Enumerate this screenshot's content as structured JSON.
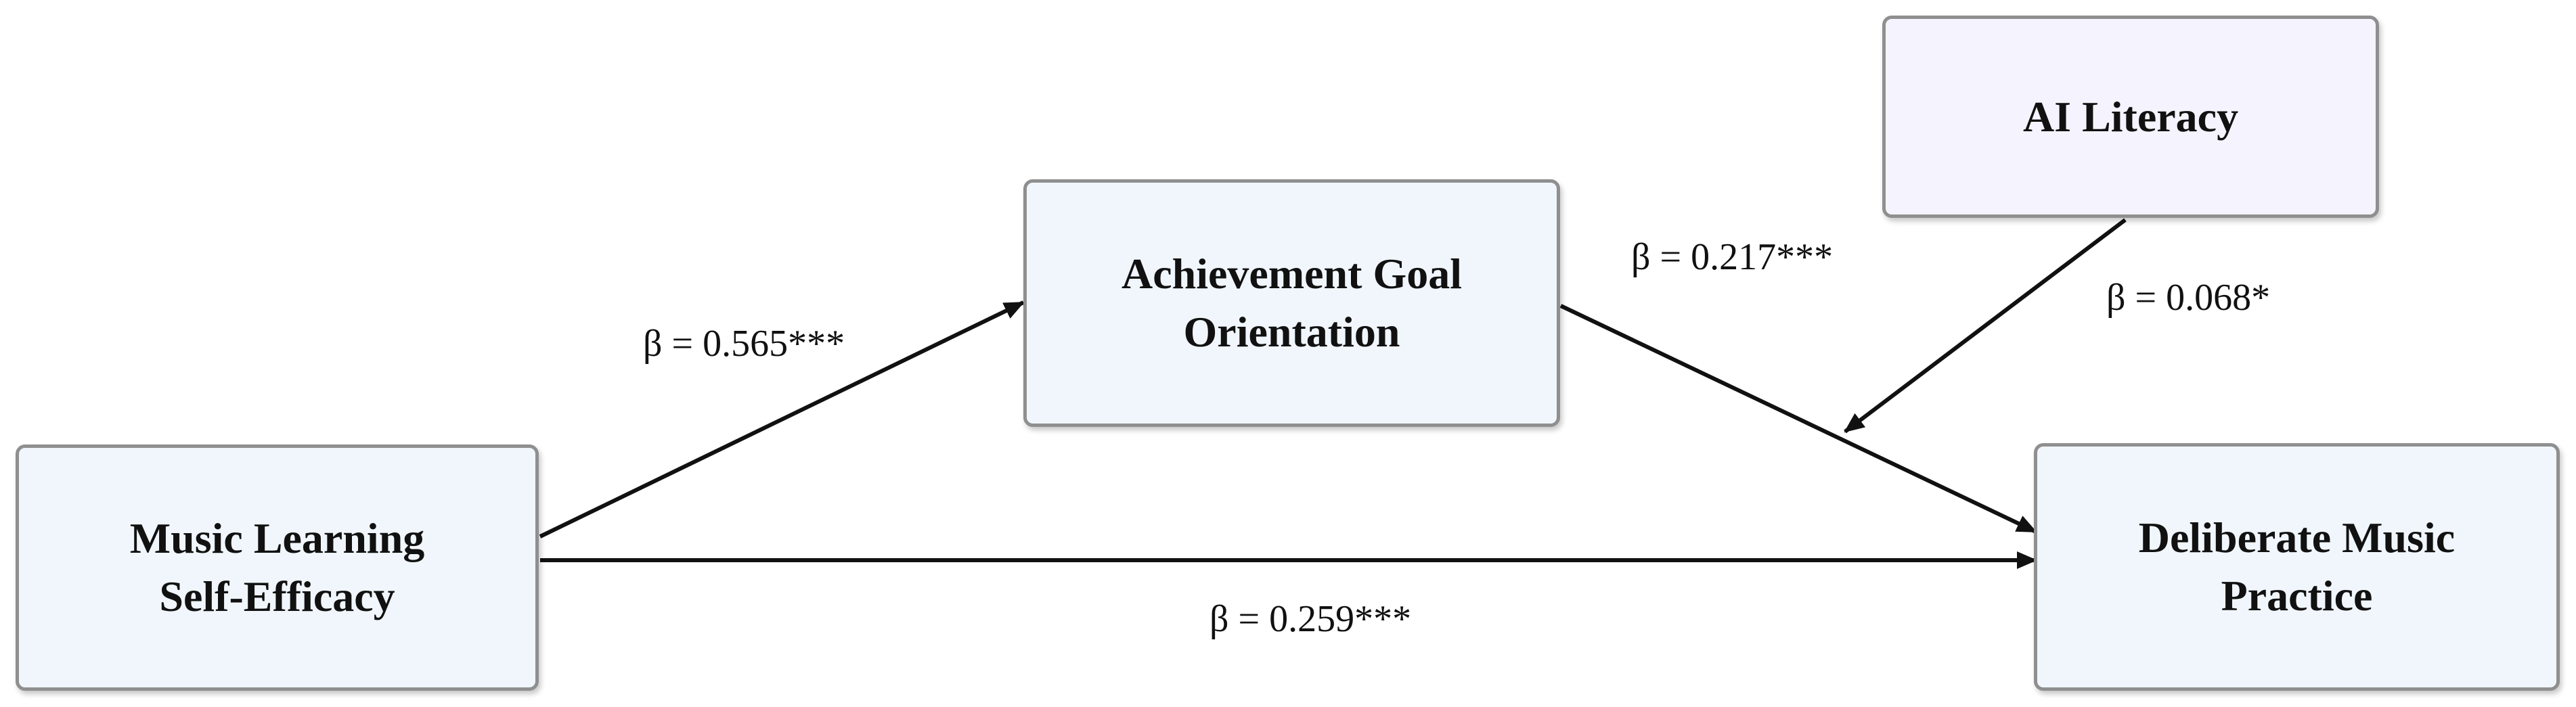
{
  "colors": {
    "node_fill": "#f0f6fb",
    "moderator_fill": "#f5f3fe",
    "node_border": "#8f8f8f",
    "arrow": "#111111"
  },
  "nodes": {
    "self_efficacy": {
      "line1": "Music Learning",
      "line2": "Self-Efficacy"
    },
    "goal_orientation": {
      "line1": "Achievement Goal",
      "line2": "Orientation"
    },
    "ai_literacy": {
      "line1": "AI Literacy"
    },
    "deliberate_practice": {
      "line1": "Deliberate Music",
      "line2": "Practice"
    }
  },
  "edges": {
    "se_to_ago": "β = 0.565***",
    "ago_to_dmp": "β = 0.217***",
    "ai_moderation": "β = 0.068*",
    "se_to_dmp": "β = 0.259***"
  }
}
